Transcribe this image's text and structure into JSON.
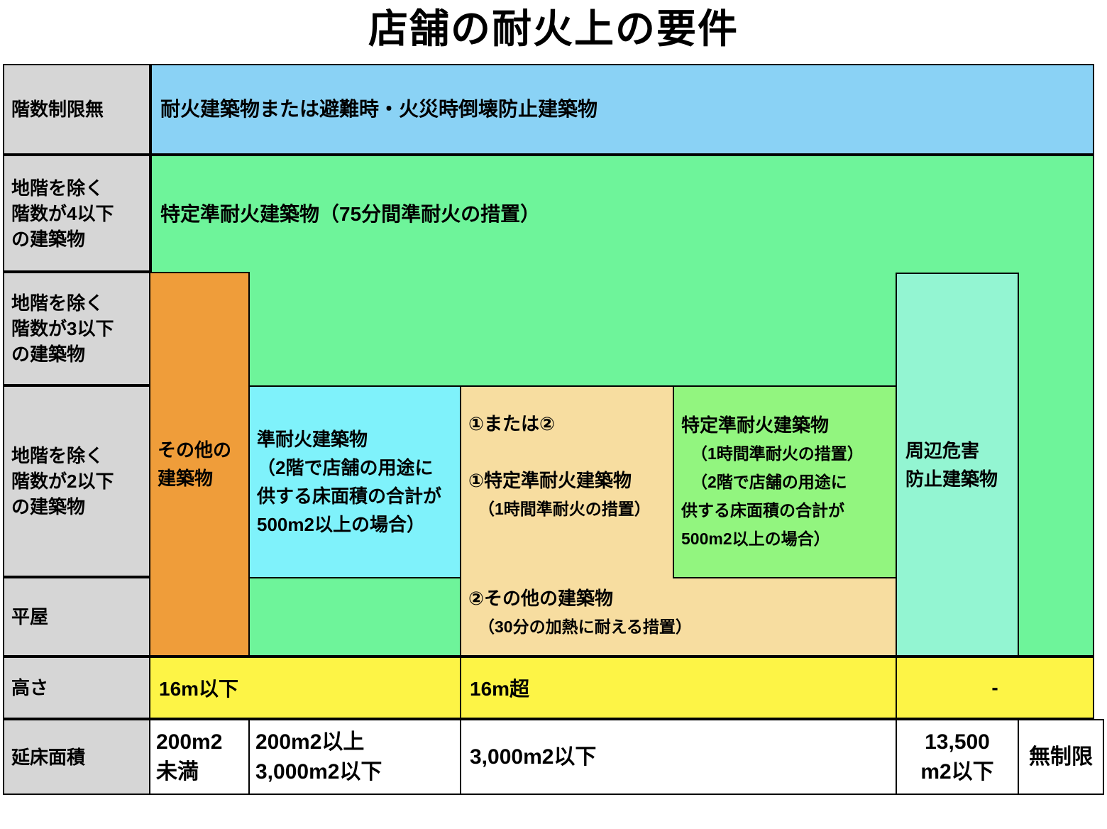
{
  "title": "店舗の耐火上の要件",
  "colors": {
    "label_bg": "#d6d6d6",
    "blue": "#8ad2f5",
    "green": "#6ef49a",
    "orange_dark": "#ef9d3a",
    "cyan": "#7ff2fb",
    "orange_light": "#f7dda0",
    "green_light": "#92f57f",
    "teal": "#93f5d2",
    "yellow": "#fdf446",
    "white": "#ffffff",
    "border": "#000000"
  },
  "row_labels": [
    {
      "key": "no_limit",
      "lines": [
        "階数制限無"
      ]
    },
    {
      "key": "le4",
      "lines": [
        "地階を除く",
        "階数が4以下",
        "の建築物"
      ]
    },
    {
      "key": "le3",
      "lines": [
        "地階を除く",
        "階数が3以下",
        "の建築物"
      ]
    },
    {
      "key": "le2",
      "lines": [
        "地階を除く",
        "階数が2以下",
        "の建築物"
      ]
    },
    {
      "key": "hiraya",
      "lines": [
        "平屋"
      ]
    },
    {
      "key": "height",
      "lines": [
        "高さ"
      ]
    },
    {
      "key": "floor_area",
      "lines": [
        "延床面積"
      ]
    }
  ],
  "bands": {
    "blue": {
      "text": "耐火建築物または避難時・火災時倒壊防止建築物"
    },
    "green": {
      "text": "特定準耐火建築物（75分間準耐火の措置）"
    }
  },
  "boxes": {
    "other_buildings": {
      "lines": [
        "その他の",
        "建築物"
      ]
    },
    "quasi_fireproof": {
      "lines": [
        "準耐火建築物",
        "（2階で店舗の用途に",
        "供する床面積の合計が",
        "500m2以上の場合）"
      ]
    },
    "option_group": {
      "lines": [
        "①または②",
        "",
        "①特定準耐火建築物",
        "（1時間準耐火の措置）"
      ],
      "small_line_indices": [
        3
      ]
    },
    "option_two": {
      "lines": [
        "②その他の建築物",
        "（30分の加熱に耐える措置）"
      ],
      "small_line_indices": [
        1
      ]
    },
    "specified_quasi": {
      "lines": [
        "特定準耐火建築物",
        "（1時間準耐火の措置）",
        "（2階で店舗の用途に",
        "供する床面積の合計が",
        "500m2以上の場合）"
      ],
      "small_line_indices": [
        1,
        2,
        3,
        4
      ]
    },
    "perimeter_hazard": {
      "lines": [
        "周辺危害",
        "防止建築物"
      ]
    }
  },
  "height_row": {
    "cells": [
      {
        "key": "h_le16",
        "text": "16m以下"
      },
      {
        "key": "h_gt16",
        "text": "16m超"
      },
      {
        "key": "h_na",
        "text": "-"
      }
    ]
  },
  "floor_area_row": {
    "cells": [
      {
        "key": "a_lt200",
        "lines": [
          "200m2",
          "未満"
        ]
      },
      {
        "key": "a_200_3000",
        "lines": [
          "200m2以上",
          "3,000m2以下"
        ]
      },
      {
        "key": "a_le3000",
        "lines": [
          "3,000m2以下"
        ]
      },
      {
        "key": "a_le13500",
        "lines": [
          "13,500",
          "m2以下"
        ]
      },
      {
        "key": "a_unlimited",
        "lines": [
          "無制限"
        ]
      }
    ]
  }
}
